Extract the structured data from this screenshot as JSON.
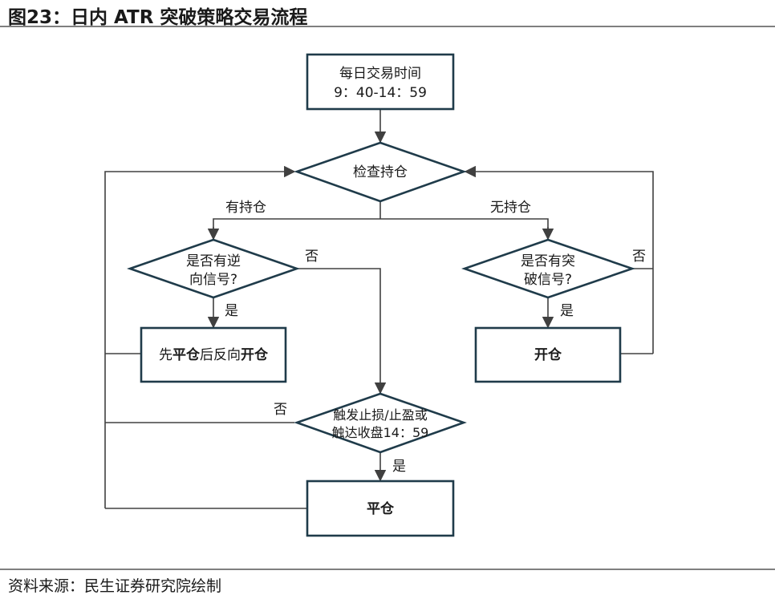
{
  "header": {
    "title": "图23：日内 ATR 突破策略交易流程"
  },
  "footer": {
    "source": "资料来源：民生证券研究院绘制"
  },
  "flowchart": {
    "start": {
      "line1": "每日交易时间",
      "line2": "9：40-14：59"
    },
    "check_position": {
      "label": "检查持仓"
    },
    "has_position_label": "有持仓",
    "no_position_label": "无持仓",
    "reverse_signal": {
      "line1": "是否有逆",
      "line2": "向信号?"
    },
    "breakout_signal": {
      "line1": "是否有突",
      "line2": "破信号?"
    },
    "reverse_action": {
      "part1": "先",
      "part2": "平仓",
      "part3": "后反向",
      "part4": "开仓"
    },
    "open_action": {
      "label": "开仓"
    },
    "stop_check": {
      "line1": "触发止损/止盈或",
      "line2": "触达收盘14：59"
    },
    "close_action": {
      "label": "平仓"
    },
    "yes_label": "是",
    "no_label": "否"
  }
}
